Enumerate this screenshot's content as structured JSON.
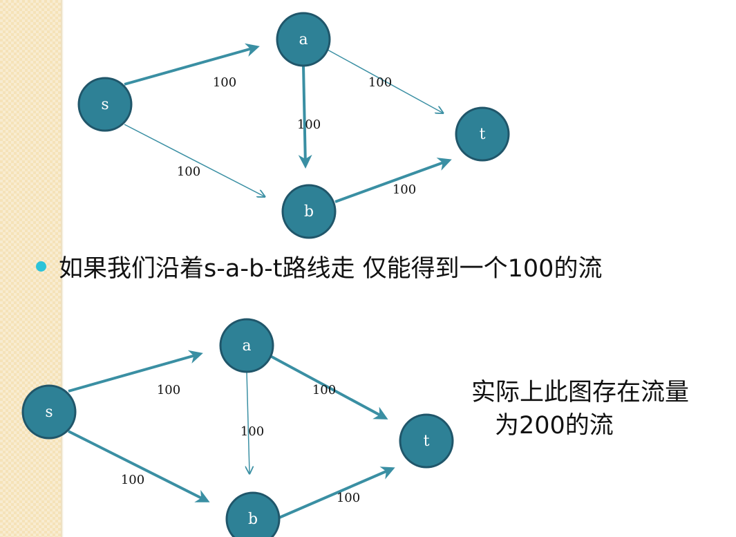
{
  "bullet": {
    "text": "如果我们沿着s-a-b-t路线走 仅能得到一个100的流"
  },
  "note": {
    "line1": "实际上此图存在流量",
    "line2": "为200的流"
  },
  "colors": {
    "node_fill": "#2e8196",
    "edge": "#3a8fa3",
    "bullet": "#2bc3d9"
  },
  "graphs": [
    {
      "nodes": [
        {
          "id": "s",
          "label": "s"
        },
        {
          "id": "a",
          "label": "a"
        },
        {
          "id": "b",
          "label": "b"
        },
        {
          "id": "t",
          "label": "t"
        }
      ],
      "edges": [
        {
          "from": "s",
          "to": "a",
          "capacity": "100",
          "highlighted": true
        },
        {
          "from": "s",
          "to": "b",
          "capacity": "100",
          "highlighted": false
        },
        {
          "from": "a",
          "to": "b",
          "capacity": "100",
          "highlighted": true
        },
        {
          "from": "a",
          "to": "t",
          "capacity": "100",
          "highlighted": false
        },
        {
          "from": "b",
          "to": "t",
          "capacity": "100",
          "highlighted": true
        }
      ]
    },
    {
      "nodes": [
        {
          "id": "s",
          "label": "s"
        },
        {
          "id": "a",
          "label": "a"
        },
        {
          "id": "b",
          "label": "b"
        },
        {
          "id": "t",
          "label": "t"
        }
      ],
      "edges": [
        {
          "from": "s",
          "to": "a",
          "capacity": "100",
          "highlighted": true
        },
        {
          "from": "s",
          "to": "b",
          "capacity": "100",
          "highlighted": true
        },
        {
          "from": "a",
          "to": "b",
          "capacity": "100",
          "highlighted": false
        },
        {
          "from": "a",
          "to": "t",
          "capacity": "100",
          "highlighted": true
        },
        {
          "from": "b",
          "to": "t",
          "capacity": "100",
          "highlighted": true
        }
      ]
    }
  ]
}
